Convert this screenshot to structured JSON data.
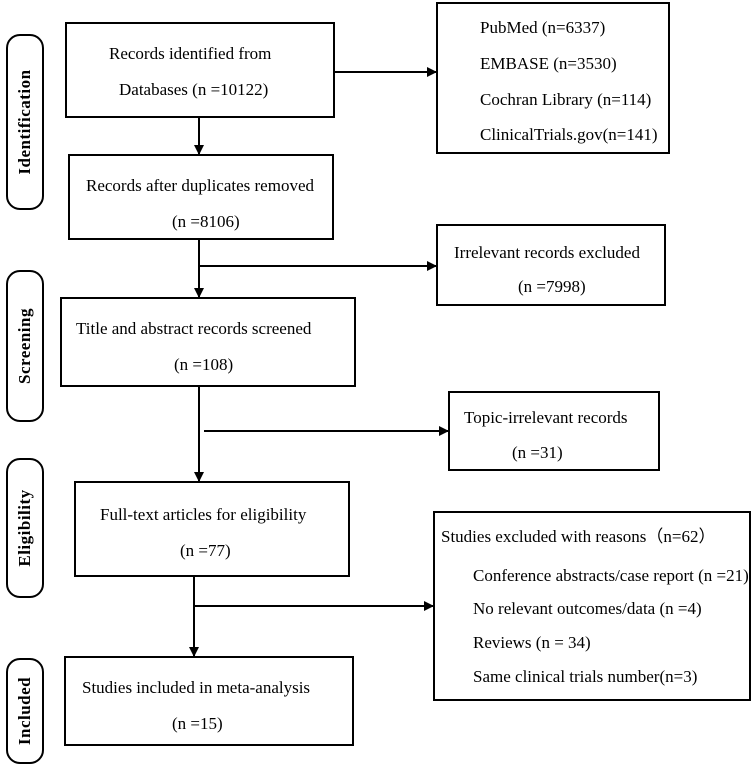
{
  "stages": {
    "identification": "Identification",
    "screening": "Screening",
    "eligibility": "Eligibility",
    "included": "Included"
  },
  "boxes": {
    "records_identified": {
      "line1": "Records identified from",
      "line2": "Databases (n =10122)"
    },
    "sources": {
      "items": [
        "PubMed (n=6337)",
        "EMBASE (n=3530)",
        "Cochran Library (n=114)",
        "ClinicalTrials.gov(n=141)"
      ]
    },
    "after_duplicates": {
      "line1": "Records after duplicates removed",
      "line2": "(n =8106)"
    },
    "irrelevant_excluded": {
      "line1": "Irrelevant records excluded",
      "line2": "(n =7998)"
    },
    "title_abstract": {
      "line1": "Title and abstract records screened",
      "line2": "(n =108)"
    },
    "topic_irrelevant": {
      "line1": "Topic-irrelevant records",
      "line2": "(n =31)"
    },
    "full_text": {
      "line1": "Full-text articles for eligibility",
      "line2": "(n =77)"
    },
    "excluded_reasons": {
      "title": "Studies excluded with reasons（n=62）",
      "items": [
        "Conference abstracts/case report (n =21)",
        "No relevant outcomes/data (n =4)",
        "Reviews (n = 34)",
        "Same clinical trials number(n=3)"
      ]
    },
    "included_meta": {
      "line1": "Studies included in meta-analysis",
      "line2": "(n =15)"
    }
  }
}
